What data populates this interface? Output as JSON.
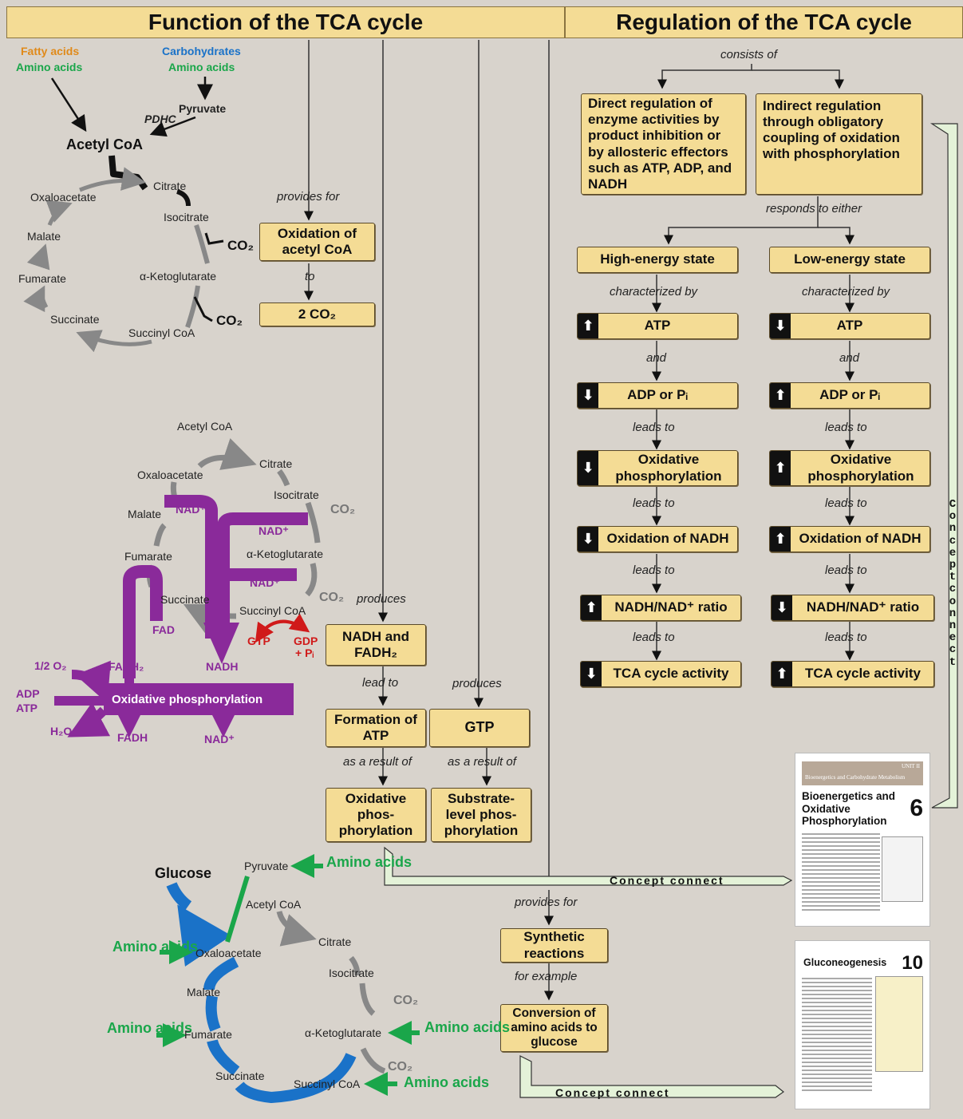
{
  "headers": {
    "function": "Function of the TCA cycle",
    "regulation": "Regulation of the TCA cycle"
  },
  "top_cycle": {
    "fatty_acids": "Fatty acids",
    "amino_acids_1": "Amino acids",
    "carbohydrates": "Carbohydrates",
    "amino_acids_2": "Amino acids",
    "pyruvate": "Pyruvate",
    "pdhc": "PDHC",
    "acetyl_coa": "Acetyl CoA",
    "citrate": "Citrate",
    "isocitrate": "Isocitrate",
    "oxaloacetate": "Oxaloacetate",
    "malate": "Malate",
    "fumarate": "Fumarate",
    "alpha_kg": "α-Ketoglutarate",
    "succinate": "Succinate",
    "succinyl_coa": "Succinyl CoA",
    "co2_1": "CO₂",
    "co2_2": "CO₂",
    "provides_for": "provides for",
    "oxidation_box": "Oxidation of acetyl CoA",
    "to": "to",
    "co2_box": "2 CO₂"
  },
  "mid_cycle": {
    "acetyl_coa": "Acetyl CoA",
    "citrate": "Citrate",
    "oxaloacetate": "Oxaloacetate",
    "isocitrate": "Isocitrate",
    "malate": "Malate",
    "fumarate": "Fumarate",
    "alpha_kg": "α-Ketoglutarate",
    "succinate": "Succinate",
    "succinyl_coa": "Succinyl CoA",
    "nad_1": "NAD⁺",
    "nad_2": "NAD⁺",
    "nad_3": "NAD⁺",
    "co2_1": "CO₂",
    "co2_2": "CO₂",
    "fad": "FAD",
    "gtp": "GTP",
    "gdp": "GDP",
    "pi": "+ Pᵢ",
    "half_o2": "1/2 O₂",
    "fadh2": "FADH₂",
    "nadh": "NADH",
    "adp": "ADP",
    "atp": "ATP",
    "h2o": "H₂O",
    "fadh": "FADH",
    "nad_out": "NAD⁺",
    "oxphos": "Oxidative phosphorylation"
  },
  "flow": {
    "produces_1": "produces",
    "nadh_box": "NADH and FADH₂",
    "lead_to": "lead to",
    "produces_2": "produces",
    "formation_atp": "Formation of ATP",
    "gtp_box": "GTP",
    "as_result_1": "as a result of",
    "as_result_2": "as a result of",
    "oxphos_box": "Oxidative phos-phorylation",
    "substrate_box": "Substrate-level phos-phorylation",
    "concept_connect_1": "Concept connect",
    "provides_for": "provides for",
    "synthetic": "Synthetic reactions",
    "for_example": "for example",
    "conversion": "Conversion of amino acids to glucose",
    "concept_connect_2": "Concept connect"
  },
  "bottom_cycle": {
    "glucose": "Glucose",
    "pyruvate": "Pyruvate",
    "amino_1": "Amino acids",
    "acetyl_coa": "Acetyl CoA",
    "citrate": "Citrate",
    "amino_2": "Amino acids",
    "oxaloacetate": "Oxaloacetate",
    "isocitrate": "Isocitrate",
    "co2_1": "CO₂",
    "malate": "Malate",
    "amino_3": "Amino acids",
    "fumarate": "Fumarate",
    "alpha_kg": "α-Ketoglutarate",
    "amino_4": "Amino acids",
    "co2_2": "CO₂",
    "succinate": "Succinate",
    "succinyl_coa": "Succinyl CoA",
    "amino_5": "Amino acids"
  },
  "regulation": {
    "consists_of": "consists of",
    "direct": "Direct regulation of enzyme activities by product inhibition or by allosteric effectors such as ATP, ADP, and NADH",
    "indirect": "Indirect regulation through obligatory coupling of oxidation with phosphorylation",
    "responds": "responds to either",
    "high": "High-energy state",
    "low": "Low-energy state",
    "char_1": "characterized by",
    "char_2": "characterized by",
    "atp": "ATP",
    "and": "and",
    "adp_pi": "ADP or Pᵢ",
    "leads_to": "leads to",
    "oxphos": "Oxidative phosphorylation",
    "ox_nadh": "Oxidation of NADH",
    "ratio": "NADH/NAD⁺ ratio",
    "tca": "TCA cycle activity",
    "up": "⬆",
    "down": "⬇",
    "concept_connect_vertical": "Concept connect"
  },
  "cards": {
    "card1_unit": "UNIT II",
    "card1_subtitle": "Bioenergetics and Carbohydrate Metabolism",
    "card1_title": "Bioenergetics and Oxidative Phosphorylation",
    "card1_num": "6",
    "card2_title": "Gluconeogenesis",
    "card2_num": "10"
  }
}
